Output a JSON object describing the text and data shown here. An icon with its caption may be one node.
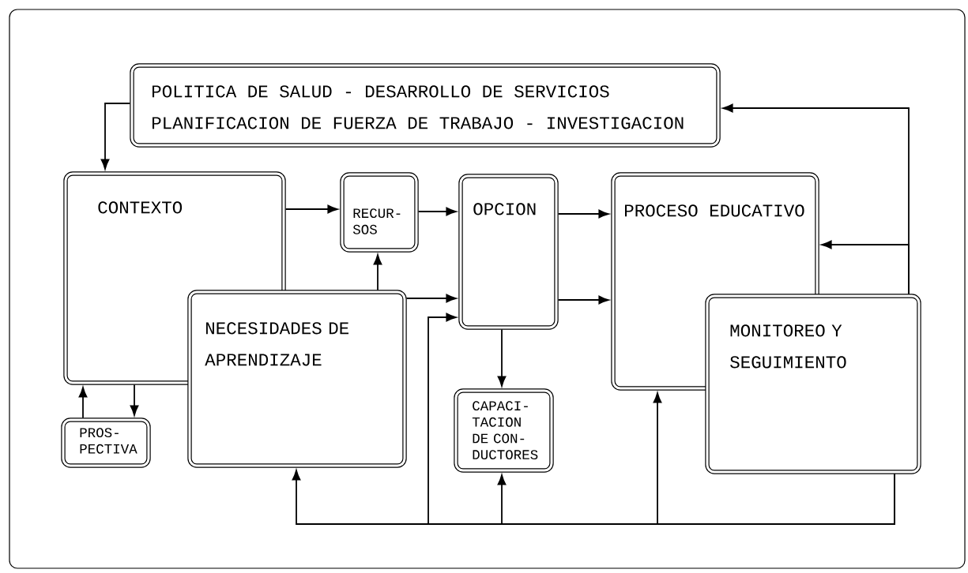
{
  "diagram": {
    "nodes": [
      {
        "text": [
          "POLITICA DE SALUD - DESARROLLO DE SERVICIOS",
          "PLANIFICACION DE FUERZA DE TRABAJO - INVESTIGACION"
        ]
      },
      {
        "text": [
          "CONTEXTO"
        ]
      },
      {
        "text": [
          "NECESIDADES DE APRENDIZAJE"
        ]
      },
      {
        "text": [
          "RECUR- SOS"
        ]
      },
      {
        "text": [
          "OPCION"
        ]
      },
      {
        "text": [
          "PROCESO EDUCATIVO"
        ]
      },
      {
        "text": [
          "MONITOREO Y SEGUIMIENTO"
        ]
      },
      {
        "text": [
          "PROS- PECTIVA"
        ]
      },
      {
        "text": [
          "CAPACI- TACION DE CON- DUCTORES"
        ]
      }
    ],
    "edges": [
      {
        "from": 0,
        "to": 1,
        "arrow": "to"
      },
      {
        "from": 6,
        "to": 0,
        "arrow": "to"
      },
      {
        "from": 6,
        "to": 5,
        "arrow": "to"
      },
      {
        "from": 1,
        "to": 3,
        "arrow": "to"
      },
      {
        "from": 2,
        "to": 3,
        "arrow": "to"
      },
      {
        "from": 3,
        "to": 4,
        "arrow": "to"
      },
      {
        "from": 2,
        "to": 4,
        "arrow": "to"
      },
      {
        "from": 4,
        "to": 5,
        "arrow": "to"
      },
      {
        "from": 4,
        "to": 5,
        "arrow": "to"
      },
      {
        "from": 4,
        "to": 8,
        "arrow": "to"
      },
      {
        "from": 7,
        "to": 1,
        "arrow": "to"
      },
      {
        "from": 1,
        "to": 7,
        "arrow": "to"
      },
      {
        "from": 6,
        "to": 2,
        "arrow": "to"
      },
      {
        "from": 6,
        "to": 4,
        "arrow": "to"
      },
      {
        "from": 6,
        "to": 8,
        "arrow": "to"
      },
      {
        "from": 6,
        "to": 5,
        "arrow": "to"
      }
    ]
  }
}
